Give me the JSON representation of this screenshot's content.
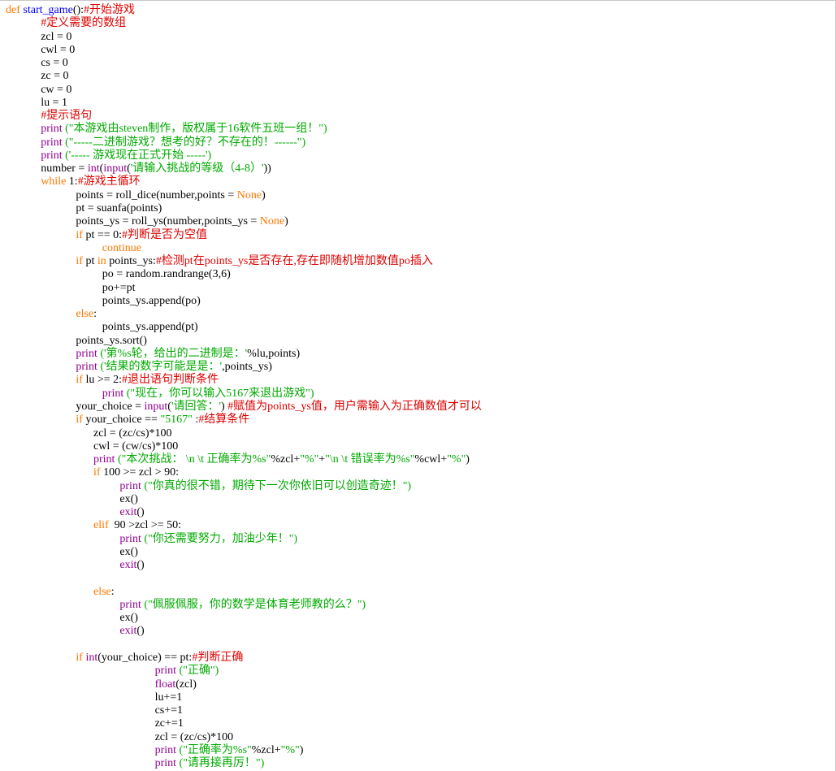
{
  "editor": {
    "lines": [
      {
        "indent": 0,
        "tokens": [
          {
            "t": "def",
            "s": "keyword"
          },
          {
            "t": " ",
            "s": "plain"
          },
          {
            "t": "start_game",
            "s": "def"
          },
          {
            "t": "():",
            "s": "plain"
          },
          {
            "t": "#开始游戏",
            "s": "comment"
          }
        ]
      },
      {
        "indent": 4,
        "tokens": [
          {
            "t": "#定义需要的数组",
            "s": "comment"
          }
        ]
      },
      {
        "indent": 4,
        "tokens": [
          {
            "t": "zcl = 0",
            "s": "plain"
          }
        ]
      },
      {
        "indent": 4,
        "tokens": [
          {
            "t": "cwl = 0",
            "s": "plain"
          }
        ]
      },
      {
        "indent": 4,
        "tokens": [
          {
            "t": "cs = 0",
            "s": "plain"
          }
        ]
      },
      {
        "indent": 4,
        "tokens": [
          {
            "t": "zc = 0",
            "s": "plain"
          }
        ]
      },
      {
        "indent": 4,
        "tokens": [
          {
            "t": "cw = 0",
            "s": "plain"
          }
        ]
      },
      {
        "indent": 4,
        "tokens": [
          {
            "t": "lu = 1",
            "s": "plain"
          }
        ]
      },
      {
        "indent": 4,
        "tokens": [
          {
            "t": "#提示语句",
            "s": "comment"
          }
        ]
      },
      {
        "indent": 4,
        "tokens": [
          {
            "t": "print",
            "s": "builtin"
          },
          {
            "t": " ",
            "s": "plain"
          },
          {
            "t": "(\"本游戏由steven制作，版权属于16软件五班一组！\")",
            "s": "string"
          }
        ]
      },
      {
        "indent": 4,
        "tokens": [
          {
            "t": "print",
            "s": "builtin"
          },
          {
            "t": " ",
            "s": "plain"
          },
          {
            "t": "(\"-----二进制游戏？想考的好？不存在的！------\")",
            "s": "string"
          }
        ]
      },
      {
        "indent": 4,
        "tokens": [
          {
            "t": "print",
            "s": "builtin"
          },
          {
            "t": " ",
            "s": "plain"
          },
          {
            "t": "('----- 游戏现在正式开始 -----')",
            "s": "string"
          }
        ]
      },
      {
        "indent": 4,
        "tokens": [
          {
            "t": "number = ",
            "s": "plain"
          },
          {
            "t": "int",
            "s": "builtin"
          },
          {
            "t": "(",
            "s": "plain"
          },
          {
            "t": "input",
            "s": "builtin"
          },
          {
            "t": "(",
            "s": "plain"
          },
          {
            "t": "'请输入挑战的等级（4-8）'",
            "s": "string"
          },
          {
            "t": "))",
            "s": "plain"
          }
        ]
      },
      {
        "indent": 4,
        "tokens": [
          {
            "t": "while",
            "s": "keyword"
          },
          {
            "t": " 1:",
            "s": "plain"
          },
          {
            "t": "#游戏主循环",
            "s": "comment"
          }
        ]
      },
      {
        "indent": 8,
        "tokens": [
          {
            "t": "points = roll_dice(number,points = ",
            "s": "plain"
          },
          {
            "t": "None",
            "s": "keyword"
          },
          {
            "t": ")",
            "s": "plain"
          }
        ]
      },
      {
        "indent": 8,
        "tokens": [
          {
            "t": "pt = suanfa(points)",
            "s": "plain"
          }
        ]
      },
      {
        "indent": 8,
        "tokens": [
          {
            "t": "points_ys = roll_ys(number,points_ys = ",
            "s": "plain"
          },
          {
            "t": "None",
            "s": "keyword"
          },
          {
            "t": ")",
            "s": "plain"
          }
        ]
      },
      {
        "indent": 8,
        "tokens": [
          {
            "t": "if",
            "s": "keyword"
          },
          {
            "t": " pt == 0:",
            "s": "plain"
          },
          {
            "t": "#判断是否为空值",
            "s": "comment"
          }
        ]
      },
      {
        "indent": 11,
        "tokens": [
          {
            "t": "continue",
            "s": "keyword"
          }
        ]
      },
      {
        "indent": 8,
        "tokens": [
          {
            "t": "if",
            "s": "keyword"
          },
          {
            "t": " pt ",
            "s": "plain"
          },
          {
            "t": "in",
            "s": "keyword"
          },
          {
            "t": " points_ys:",
            "s": "plain"
          },
          {
            "t": "#检测pt在points_ys是否存在,存在即随机增加数值po插入",
            "s": "comment"
          }
        ]
      },
      {
        "indent": 11,
        "tokens": [
          {
            "t": "po = random.randrange(3,6)",
            "s": "plain"
          }
        ]
      },
      {
        "indent": 11,
        "tokens": [
          {
            "t": "po+=pt",
            "s": "plain"
          }
        ]
      },
      {
        "indent": 11,
        "tokens": [
          {
            "t": "points_ys.append(po)",
            "s": "plain"
          }
        ]
      },
      {
        "indent": 8,
        "tokens": [
          {
            "t": "else",
            "s": "keyword"
          },
          {
            "t": ":",
            "s": "plain"
          }
        ]
      },
      {
        "indent": 11,
        "tokens": [
          {
            "t": "points_ys.append(pt)",
            "s": "plain"
          }
        ]
      },
      {
        "indent": 8,
        "tokens": [
          {
            "t": "points_ys.sort()",
            "s": "plain"
          }
        ]
      },
      {
        "indent": 8,
        "tokens": [
          {
            "t": "print",
            "s": "builtin"
          },
          {
            "t": " ",
            "s": "plain"
          },
          {
            "t": "('第%s轮，给出的二进制是：'",
            "s": "string"
          },
          {
            "t": "%lu,points)",
            "s": "plain"
          }
        ]
      },
      {
        "indent": 8,
        "tokens": [
          {
            "t": "print",
            "s": "builtin"
          },
          {
            "t": " ",
            "s": "plain"
          },
          {
            "t": "('结果的数字可能是是：'",
            "s": "string"
          },
          {
            "t": ",points_ys)",
            "s": "plain"
          }
        ]
      },
      {
        "indent": 8,
        "tokens": [
          {
            "t": "if",
            "s": "keyword"
          },
          {
            "t": " lu >= 2:",
            "s": "plain"
          },
          {
            "t": "#退出语句判断条件",
            "s": "comment"
          }
        ]
      },
      {
        "indent": 11,
        "tokens": [
          {
            "t": "print",
            "s": "builtin"
          },
          {
            "t": " ",
            "s": "plain"
          },
          {
            "t": "(\"现在，你可以输入5167来退出游戏\")",
            "s": "string"
          }
        ]
      },
      {
        "indent": 8,
        "tokens": [
          {
            "t": "your_choice = ",
            "s": "plain"
          },
          {
            "t": "input",
            "s": "builtin"
          },
          {
            "t": "(",
            "s": "plain"
          },
          {
            "t": "'请回答：'",
            "s": "string"
          },
          {
            "t": ") ",
            "s": "plain"
          },
          {
            "t": "#赋值为points_ys值，用户需输入为正确数值才可以",
            "s": "comment"
          }
        ]
      },
      {
        "indent": 8,
        "tokens": [
          {
            "t": "if",
            "s": "keyword"
          },
          {
            "t": " your_choice == ",
            "s": "plain"
          },
          {
            "t": "\"5167\"",
            "s": "string"
          },
          {
            "t": " :",
            "s": "plain"
          },
          {
            "t": "#结算条件",
            "s": "comment"
          }
        ]
      },
      {
        "indent": 10,
        "tokens": [
          {
            "t": "zcl = (zc/cs)*100",
            "s": "plain"
          }
        ]
      },
      {
        "indent": 10,
        "tokens": [
          {
            "t": "cwl = (cw/cs)*100",
            "s": "plain"
          }
        ]
      },
      {
        "indent": 10,
        "tokens": [
          {
            "t": "print",
            "s": "builtin"
          },
          {
            "t": " ",
            "s": "plain"
          },
          {
            "t": "(\"本次挑战： \\n \\t 正确率为%s\"",
            "s": "string"
          },
          {
            "t": "%zcl+",
            "s": "plain"
          },
          {
            "t": "\"%\"",
            "s": "string"
          },
          {
            "t": "+",
            "s": "plain"
          },
          {
            "t": "\"\\n \\t 错误率为%s\"",
            "s": "string"
          },
          {
            "t": "%cwl+",
            "s": "plain"
          },
          {
            "t": "\"%\"",
            "s": "string"
          },
          {
            "t": ")",
            "s": "plain"
          }
        ]
      },
      {
        "indent": 10,
        "tokens": [
          {
            "t": "if",
            "s": "keyword"
          },
          {
            "t": " 100 >= zcl > 90:",
            "s": "plain"
          }
        ]
      },
      {
        "indent": 13,
        "tokens": [
          {
            "t": "print",
            "s": "builtin"
          },
          {
            "t": " ",
            "s": "plain"
          },
          {
            "t": "(\"你真的很不错，期待下一次你依旧可以创造奇迹！\")",
            "s": "string"
          }
        ]
      },
      {
        "indent": 13,
        "tokens": [
          {
            "t": "ex()",
            "s": "plain"
          }
        ]
      },
      {
        "indent": 13,
        "tokens": [
          {
            "t": "exit",
            "s": "builtin"
          },
          {
            "t": "()",
            "s": "plain"
          }
        ]
      },
      {
        "indent": 10,
        "tokens": [
          {
            "t": "elif",
            "s": "keyword"
          },
          {
            "t": "  90 >zcl >= 50:",
            "s": "plain"
          }
        ]
      },
      {
        "indent": 13,
        "tokens": [
          {
            "t": "print",
            "s": "builtin"
          },
          {
            "t": " ",
            "s": "plain"
          },
          {
            "t": "(\"你还需要努力，加油少年！\")",
            "s": "string"
          }
        ]
      },
      {
        "indent": 13,
        "tokens": [
          {
            "t": "ex()",
            "s": "plain"
          }
        ]
      },
      {
        "indent": 13,
        "tokens": [
          {
            "t": "exit",
            "s": "builtin"
          },
          {
            "t": "()",
            "s": "plain"
          }
        ]
      },
      {
        "indent": 0,
        "tokens": []
      },
      {
        "indent": 10,
        "tokens": [
          {
            "t": "else",
            "s": "keyword"
          },
          {
            "t": ":",
            "s": "plain"
          }
        ]
      },
      {
        "indent": 13,
        "tokens": [
          {
            "t": "print",
            "s": "builtin"
          },
          {
            "t": " ",
            "s": "plain"
          },
          {
            "t": "(\"佩服佩服，你的数学是体育老师教的么？\")",
            "s": "string"
          }
        ]
      },
      {
        "indent": 13,
        "tokens": [
          {
            "t": "ex()",
            "s": "plain"
          }
        ]
      },
      {
        "indent": 13,
        "tokens": [
          {
            "t": "exit",
            "s": "builtin"
          },
          {
            "t": "()",
            "s": "plain"
          }
        ]
      },
      {
        "indent": 0,
        "tokens": []
      },
      {
        "indent": 8,
        "tokens": [
          {
            "t": "if",
            "s": "keyword"
          },
          {
            "t": " ",
            "s": "plain"
          },
          {
            "t": "int",
            "s": "builtin"
          },
          {
            "t": "(your_choice) == pt:",
            "s": "plain"
          },
          {
            "t": "#判断正确",
            "s": "comment"
          }
        ]
      },
      {
        "indent": 17,
        "tokens": [
          {
            "t": "print",
            "s": "builtin"
          },
          {
            "t": " ",
            "s": "plain"
          },
          {
            "t": "(\"正确\")",
            "s": "string"
          }
        ]
      },
      {
        "indent": 17,
        "tokens": [
          {
            "t": "float",
            "s": "builtin"
          },
          {
            "t": "(zcl)",
            "s": "plain"
          }
        ]
      },
      {
        "indent": 17,
        "tokens": [
          {
            "t": "lu+=1",
            "s": "plain"
          }
        ]
      },
      {
        "indent": 17,
        "tokens": [
          {
            "t": "cs+=1",
            "s": "plain"
          }
        ]
      },
      {
        "indent": 17,
        "tokens": [
          {
            "t": "zc+=1",
            "s": "plain"
          }
        ]
      },
      {
        "indent": 17,
        "tokens": [
          {
            "t": "zcl = (zc/cs)*100",
            "s": "plain"
          }
        ]
      },
      {
        "indent": 17,
        "tokens": [
          {
            "t": "print",
            "s": "builtin"
          },
          {
            "t": " ",
            "s": "plain"
          },
          {
            "t": "(\"正确率为%s\"",
            "s": "string"
          },
          {
            "t": "%zcl+",
            "s": "plain"
          },
          {
            "t": "\"%\"",
            "s": "string"
          },
          {
            "t": ")",
            "s": "plain"
          }
        ]
      },
      {
        "indent": 17,
        "tokens": [
          {
            "t": "print",
            "s": "builtin"
          },
          {
            "t": " ",
            "s": "plain"
          },
          {
            "t": "(\"请再接再厉！\")",
            "s": "string"
          }
        ]
      }
    ]
  }
}
